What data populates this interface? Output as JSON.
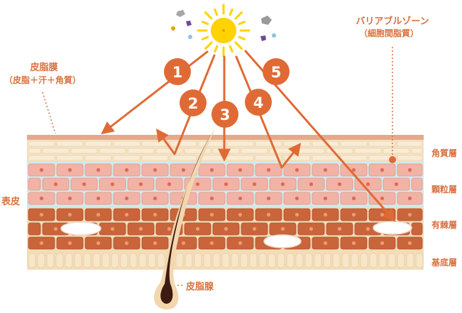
{
  "labels": {
    "sebum_film_title": "皮脂膜",
    "sebum_film_sub": "（皮脂＋汗＋角質）",
    "barrier_zone_title": "バリアブルゾーン",
    "barrier_zone_sub": "（細胞間脂質）",
    "epidermis": "表皮",
    "stratum_corneum": "角質層",
    "stratum_granulosum": "顆粒層",
    "stratum_spinosum": "有棘層",
    "stratum_basale": "基底層",
    "sebaceous_gland": "皮脂腺"
  },
  "paths": [
    {
      "number": "1"
    },
    {
      "number": "2"
    },
    {
      "number": "3"
    },
    {
      "number": "4"
    },
    {
      "number": "5"
    }
  ],
  "colors": {
    "accent": "#e06a35",
    "label": "#d9713f",
    "sun": "#ffd200",
    "corneum": "#f4e2c4",
    "granular": "#f1b3a5",
    "spinous": "#c9643b",
    "basal": "#f3dcb8",
    "hair": "#3d1a12"
  }
}
